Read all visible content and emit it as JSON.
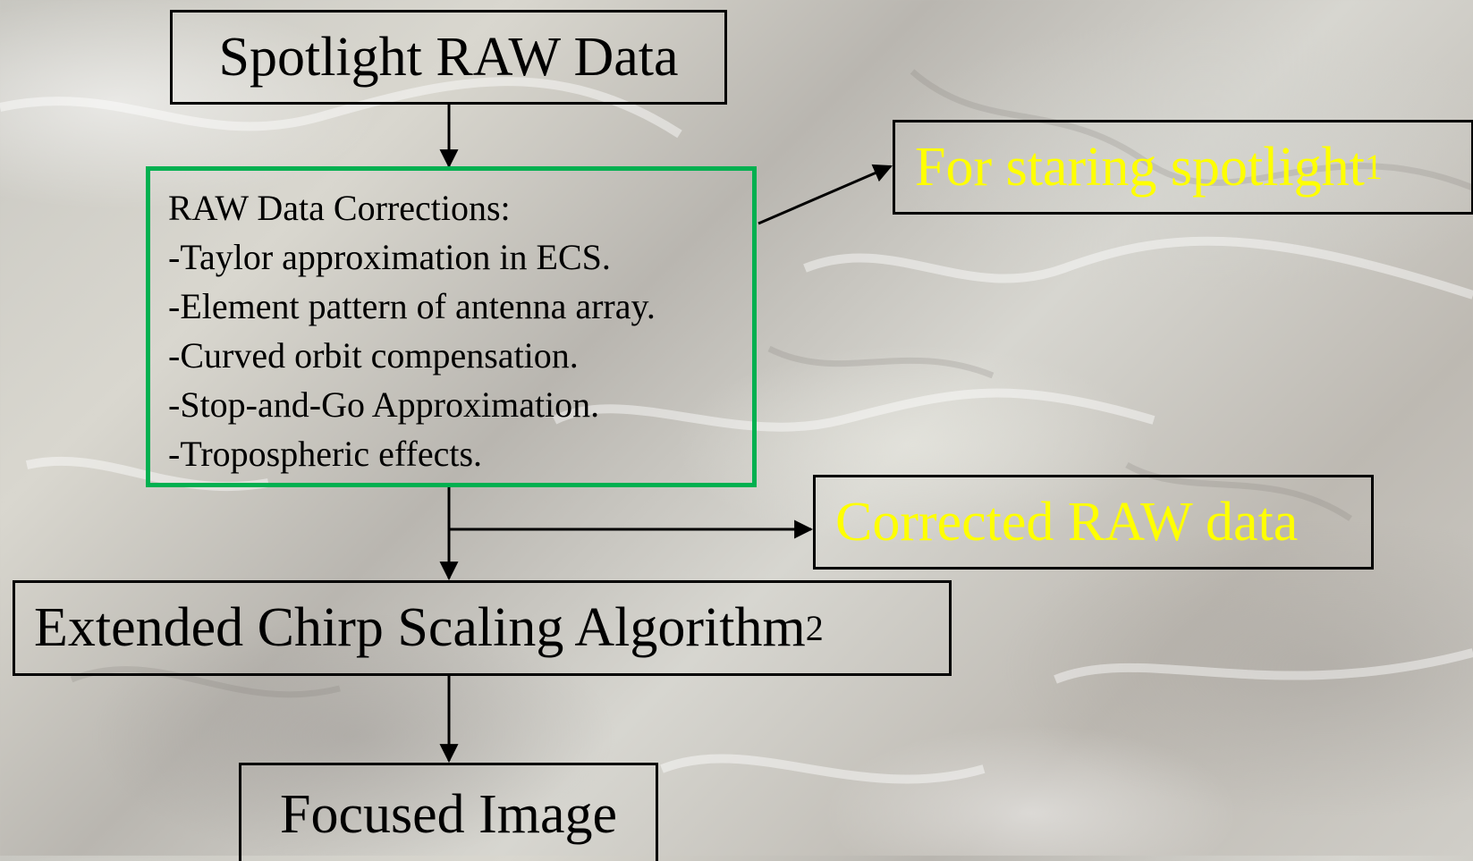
{
  "nodes": {
    "spotlight_raw": {
      "text": "Spotlight RAW Data"
    },
    "corrections": {
      "lines": [
        "RAW Data Corrections:",
        "-Taylor approximation in ECS.",
        "-Element pattern of antenna array.",
        "-Curved orbit compensation.",
        "-Stop-and-Go Approximation.",
        "-Tropospheric effects."
      ]
    },
    "staring": {
      "text": "For staring spotlight",
      "footnote": "1"
    },
    "corrected_raw": {
      "text": "Corrected RAW data"
    },
    "ecsa": {
      "text": "Extended Chirp Scaling Algorithm",
      "footnote": "2"
    },
    "focused": {
      "text": "Focused Image"
    }
  },
  "colors": {
    "box_border": "#000000",
    "corrections_border": "#00b050",
    "side_note_text": "#ffff00",
    "main_text": "#000000"
  }
}
